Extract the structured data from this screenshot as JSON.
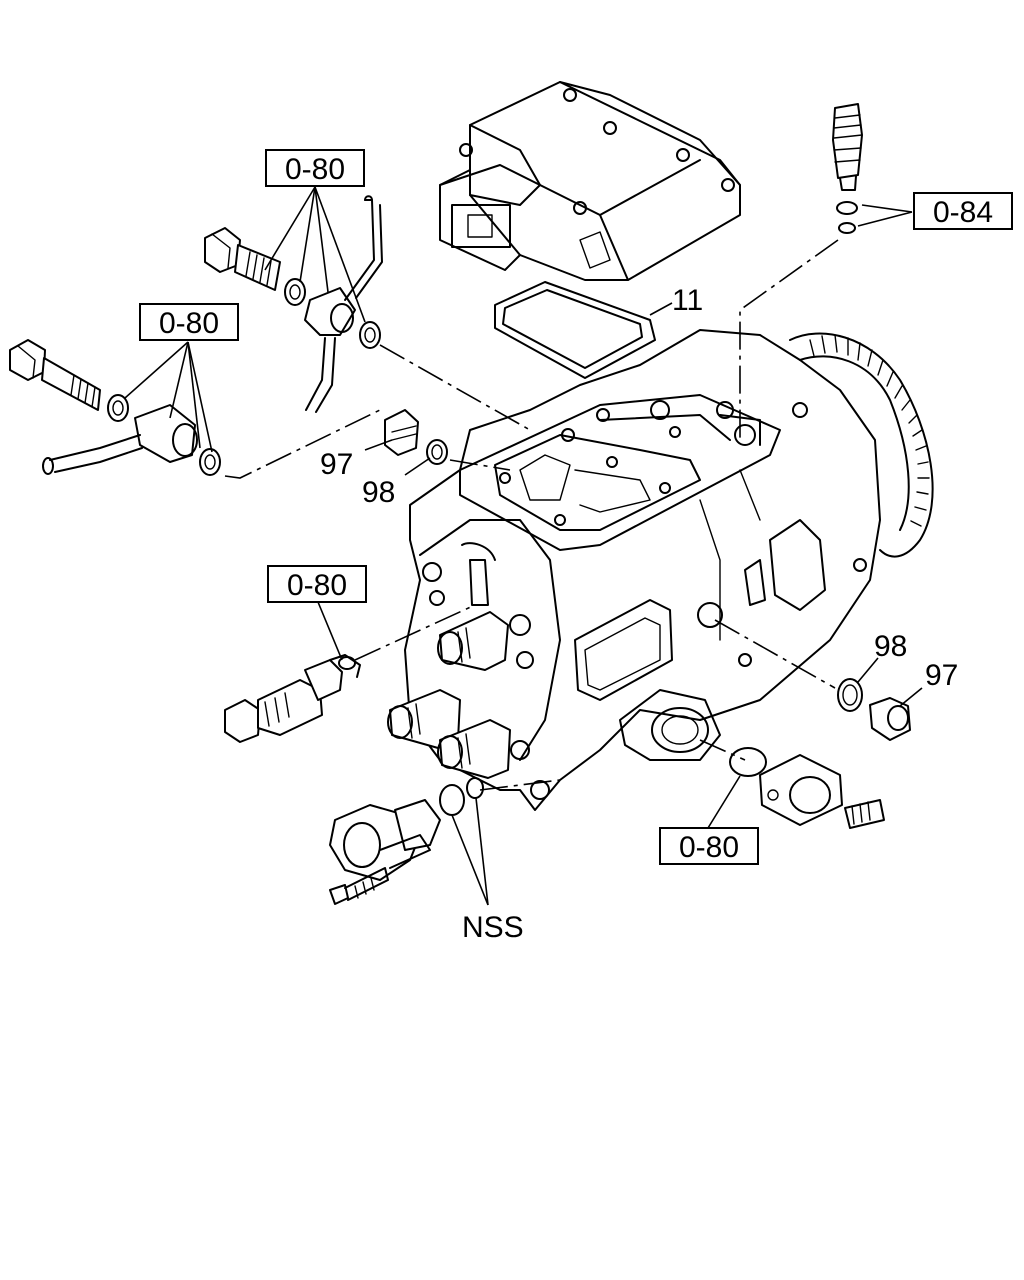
{
  "callouts": {
    "box_top": "0-80",
    "box_left": "0-80",
    "box_right_top": "0-84",
    "box_mid_left": "0-80",
    "box_bottom_right": "0-80",
    "item_11": "11",
    "item_97_left": "97",
    "item_98_left": "98",
    "item_98_right": "98",
    "item_97_right": "97",
    "item_nss": "NSS"
  }
}
